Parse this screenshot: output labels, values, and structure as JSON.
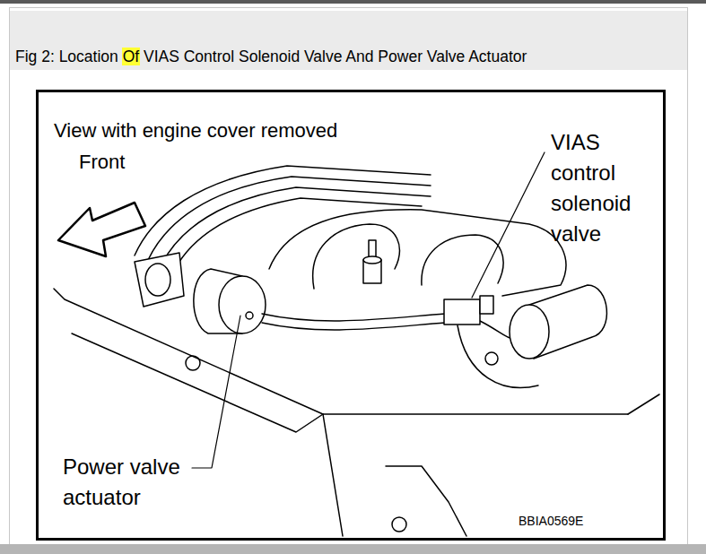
{
  "diagram": {
    "title": "Fig 2: Location Of VIAS Control Solenoid Valve And Power Valve Actuator",
    "labels": [
      "View with engine cover removed",
      "Front",
      "VIAS control solenoid valve",
      "Power valve actuator",
      "BBIA0569E"
    ]
  }
}
